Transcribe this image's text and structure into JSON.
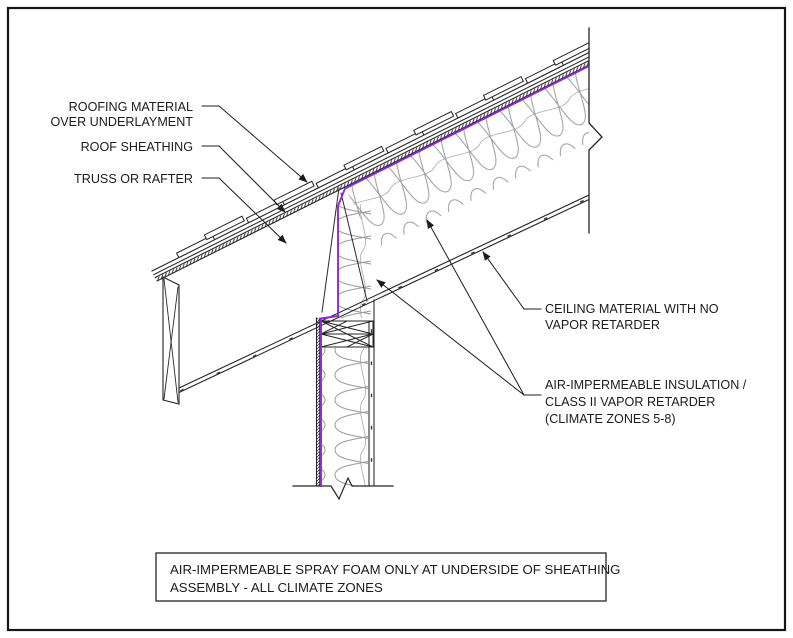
{
  "drawing": {
    "labels": {
      "roofing": {
        "line1": "ROOFING MATERIAL",
        "line2": "OVER UNDERLAYMENT"
      },
      "sheathing": {
        "line1": "ROOF SHEATHING"
      },
      "truss": {
        "line1": "TRUSS OR RAFTER"
      },
      "ceiling": {
        "line1": "CEILING MATERIAL WITH NO",
        "line2": "VAPOR RETARDER"
      },
      "insulation": {
        "line1": "AIR-IMPERMEABLE INSULATION /",
        "line2": "CLASS II VAPOR RETARDER",
        "line3": "(CLIMATE ZONES 5-8)"
      }
    },
    "caption": {
      "line1": "AIR-IMPERMEABLE SPRAY FOAM ONLY AT UNDERSIDE OF SHEATHING",
      "line2": "ASSEMBLY - ALL CLIMATE ZONES"
    },
    "colors": {
      "vapor_retarder": "#8C28D7",
      "line": "#1c1c1c",
      "insulation_gray": "#9a9a9a"
    }
  }
}
